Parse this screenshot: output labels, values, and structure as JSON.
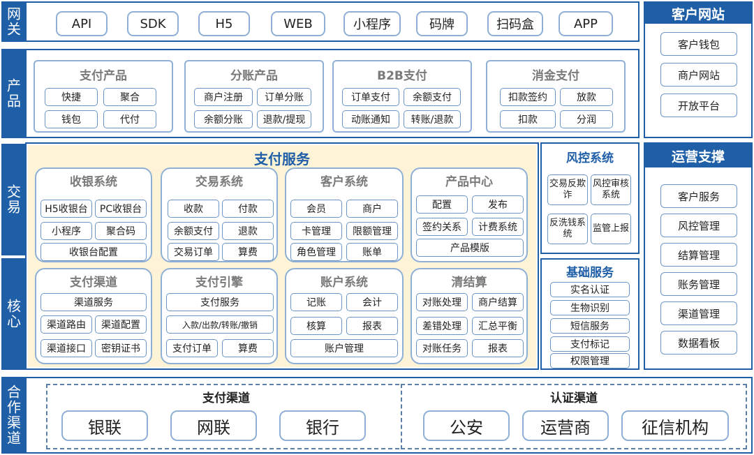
{
  "sides": {
    "gateway": "网关",
    "product": "产品",
    "trade": "交易",
    "core": "核心",
    "partner": "合作渠道"
  },
  "gateway": [
    "API",
    "SDK",
    "H5",
    "WEB",
    "小程序",
    "码牌",
    "扫码盒",
    "APP"
  ],
  "products": {
    "pay": {
      "title": "支付产品",
      "items": [
        "快捷",
        "聚合",
        "钱包",
        "代付"
      ]
    },
    "split": {
      "title": "分账产品",
      "items": [
        "商户注册",
        "订单分账",
        "余额分账",
        "退款/提现"
      ]
    },
    "b2b": {
      "title": "B2B支付",
      "items": [
        "订单支付",
        "余额支付",
        "动账通知",
        "转账/退款"
      ]
    },
    "consume": {
      "title": "消金支付",
      "items": [
        "扣款签约",
        "放款",
        "扣款",
        "分润"
      ]
    }
  },
  "customer_site": {
    "title": "客户网站",
    "items": [
      "客户钱包",
      "商户网站",
      "开放平台"
    ]
  },
  "pay_service": {
    "title": "支付服务",
    "cashier": {
      "title": "收银系统",
      "items": [
        "H5收银台",
        "PC收银台",
        "小程序",
        "聚合码",
        "收银台配置"
      ]
    },
    "trade": {
      "title": "交易系统",
      "items": [
        "收款",
        "付款",
        "余额支付",
        "退款",
        "交易订单",
        "算费"
      ]
    },
    "customer": {
      "title": "客户系统",
      "items": [
        "会员",
        "商户",
        "卡管理",
        "限额管理",
        "角色管理",
        "账单"
      ]
    },
    "product_center": {
      "title": "产品中心",
      "items": [
        "配置",
        "发布",
        "签约关系",
        "计费系统",
        "产品模版"
      ]
    },
    "channel": {
      "title": "支付渠道",
      "items": [
        "渠道服务",
        "渠道路由",
        "渠道配置",
        "渠道接口",
        "密钥证书"
      ]
    },
    "engine": {
      "title": "支付引擎",
      "items": [
        "支付服务",
        "入款/出款/转账/撤销",
        "支付订单",
        "算费"
      ]
    },
    "account": {
      "title": "账户系统",
      "items": [
        "记账",
        "会计",
        "核算",
        "报表",
        "账户管理"
      ]
    },
    "settle": {
      "title": "清结算",
      "items": [
        "对账处理",
        "商户结算",
        "差错处理",
        "汇总平衡",
        "对账任务",
        "报表"
      ]
    }
  },
  "risk": {
    "title": "风控系统",
    "items": [
      "交易反欺诈",
      "风控审核系统",
      "反洗钱系统",
      "监管上报"
    ]
  },
  "base": {
    "title": "基础服务",
    "items": [
      "实名认证",
      "生物识别",
      "短信服务",
      "支付标记",
      "权限管理"
    ]
  },
  "ops": {
    "title": "运营支撑",
    "items": [
      "客户服务",
      "风控管理",
      "结算管理",
      "账务管理",
      "渠道管理",
      "数据看板"
    ]
  },
  "partner": {
    "pay_channel": {
      "title": "支付渠道",
      "items": [
        "银联",
        "网联",
        "银行"
      ]
    },
    "auth_channel": {
      "title": "认证渠道",
      "items": [
        "公安",
        "运营商",
        "征信机构"
      ]
    }
  }
}
